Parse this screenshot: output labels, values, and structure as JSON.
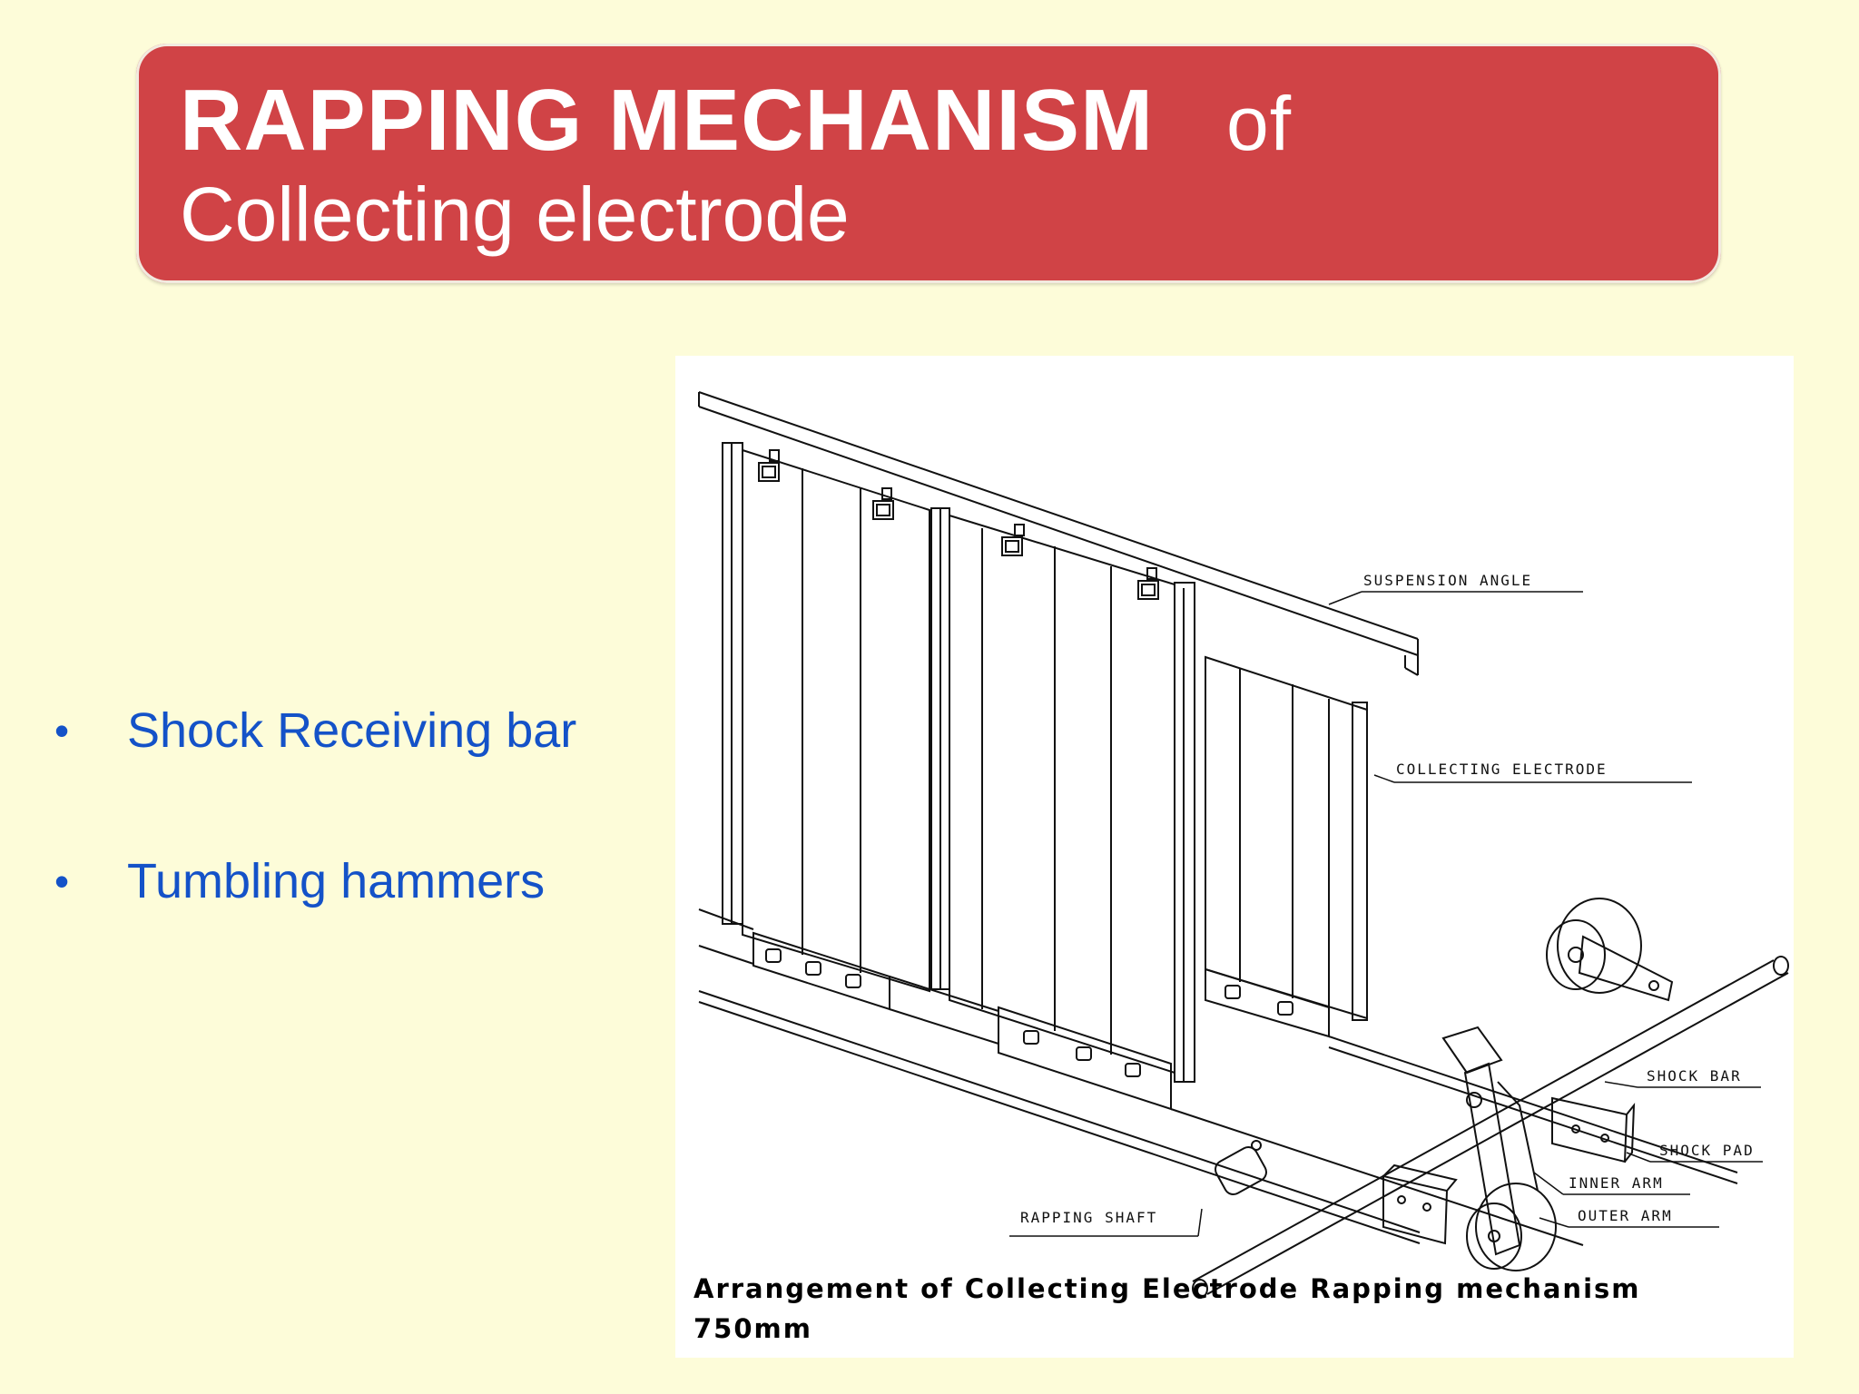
{
  "title": {
    "line1_bold": "RAPPING MECHANISM",
    "line1_suffix": "of",
    "line2": "Collecting electrode"
  },
  "bullets": [
    {
      "text": "Shock Receiving bar"
    },
    {
      "text": "Tumbling hammers"
    }
  ],
  "figure": {
    "labels": {
      "suspension_angle": "SUSPENSION ANGLE",
      "collecting_electrode": "COLLECTING ELECTRODE",
      "shock_bar": "SHOCK BAR",
      "shock_pad": "SHOCK PAD",
      "inner_arm": "INNER ARM",
      "outer_arm": "OUTER ARM",
      "rapping_shaft": "RAPPING SHAFT"
    },
    "caption_line1": "Arrangement of Collecting Electrode Rapping mechanism",
    "caption_line2": "750mm"
  },
  "colors": {
    "background": "#fdfcd9",
    "banner": "#d04346",
    "bullet_text": "#1452c8"
  }
}
